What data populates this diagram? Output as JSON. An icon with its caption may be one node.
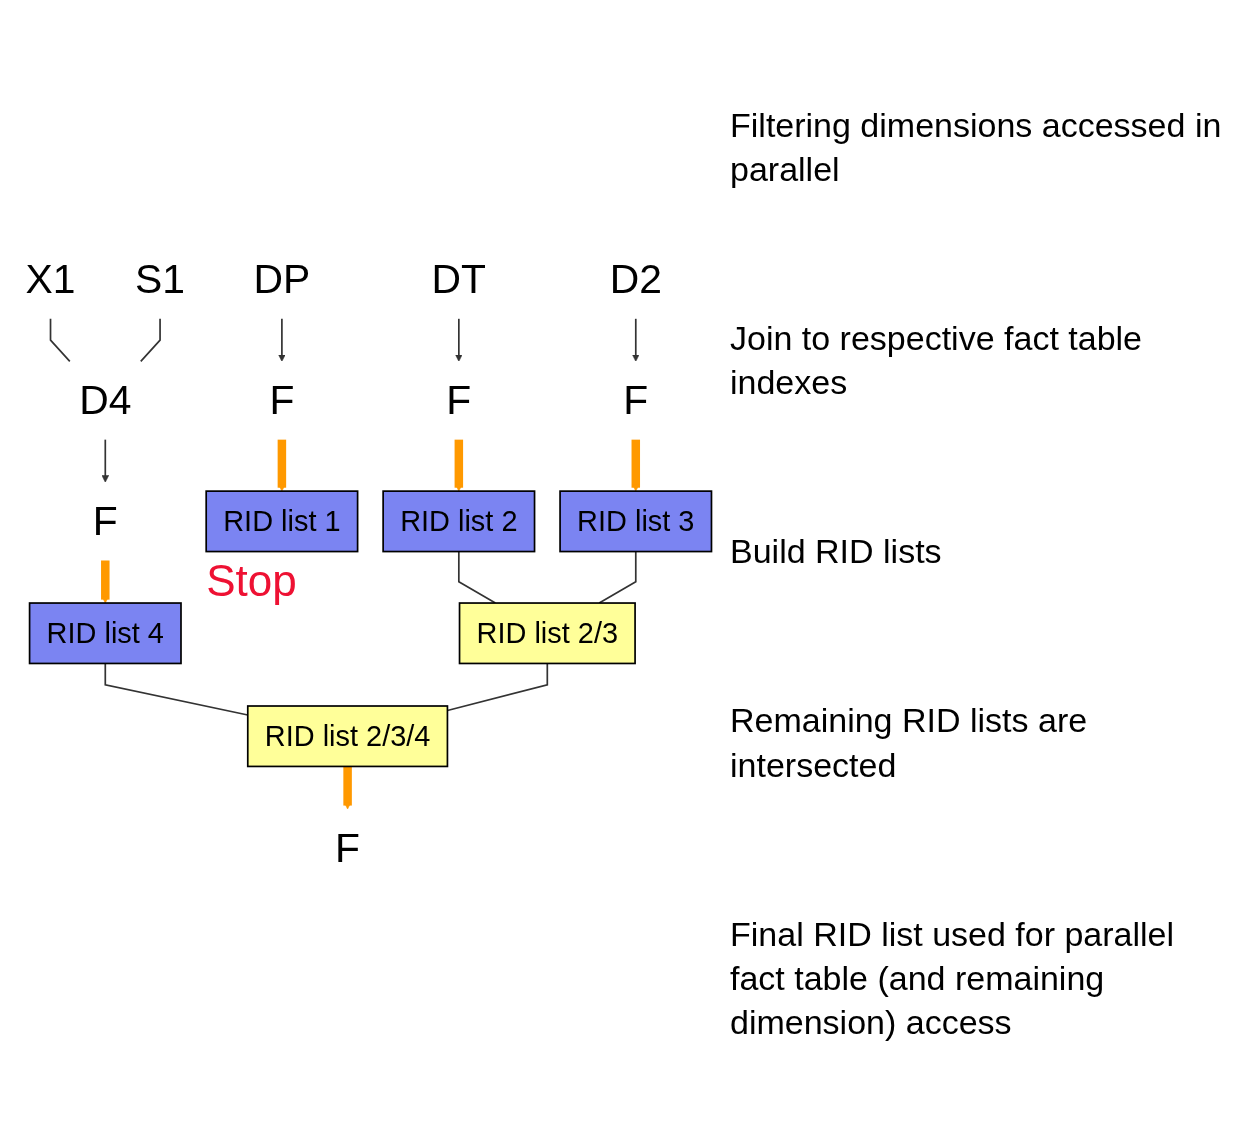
{
  "diagram": {
    "nodes": [
      {
        "text": [
          "X1"
        ]
      },
      {
        "text": [
          "S1"
        ]
      },
      {
        "text": [
          "DP"
        ]
      },
      {
        "text": [
          "DT"
        ]
      },
      {
        "text": [
          "D2"
        ]
      },
      {
        "text": [
          "D4"
        ]
      },
      {
        "text": [
          "F"
        ]
      },
      {
        "text": [
          "F"
        ]
      },
      {
        "text": [
          "F"
        ]
      },
      {
        "text": [
          "F"
        ]
      },
      {
        "text": [
          "RID list 1"
        ],
        "beside": [
          "Stop"
        ]
      },
      {
        "text": [
          "RID list 2"
        ]
      },
      {
        "text": [
          "RID list 3"
        ]
      },
      {
        "text": [
          "RID list 4"
        ]
      },
      {
        "text": [
          "RID list 2/3"
        ]
      },
      {
        "text": [
          "RID list 2/3/4"
        ]
      },
      {
        "text": [
          "F"
        ]
      }
    ],
    "edges": [
      {
        "from": 0,
        "to": 5,
        "arrow": "none"
      },
      {
        "from": 1,
        "to": 5,
        "arrow": "none"
      },
      {
        "from": 2,
        "to": 6,
        "arrow": "to"
      },
      {
        "from": 3,
        "to": 7,
        "arrow": "to"
      },
      {
        "from": 4,
        "to": 8,
        "arrow": "to"
      },
      {
        "from": 5,
        "to": 9,
        "arrow": "to"
      },
      {
        "from": 6,
        "to": 10,
        "arrow": "to",
        "style": "thick",
        "color": "#ff9900"
      },
      {
        "from": 7,
        "to": 11,
        "arrow": "to",
        "style": "thick",
        "color": "#ff9900"
      },
      {
        "from": 8,
        "to": 12,
        "arrow": "to",
        "style": "thick",
        "color": "#ff9900"
      },
      {
        "from": 9,
        "to": 13,
        "arrow": "to",
        "style": "thick",
        "color": "#ff9900"
      },
      {
        "from": 11,
        "to": 14,
        "arrow": "none"
      },
      {
        "from": 12,
        "to": 14,
        "arrow": "none"
      },
      {
        "from": 13,
        "to": 15,
        "arrow": "none"
      },
      {
        "from": 14,
        "to": 15,
        "arrow": "none"
      },
      {
        "from": 15,
        "to": 16,
        "arrow": "to",
        "style": "thick",
        "color": "#ff9900"
      }
    ],
    "labels": [
      "Filtering dimensions accessed in parallel",
      "Join to respective fact table indexes",
      "Build RID lists",
      "Remaining RID lists are intersected",
      "Final RID list used for parallel fact table (and remaining dimension) access"
    ]
  }
}
